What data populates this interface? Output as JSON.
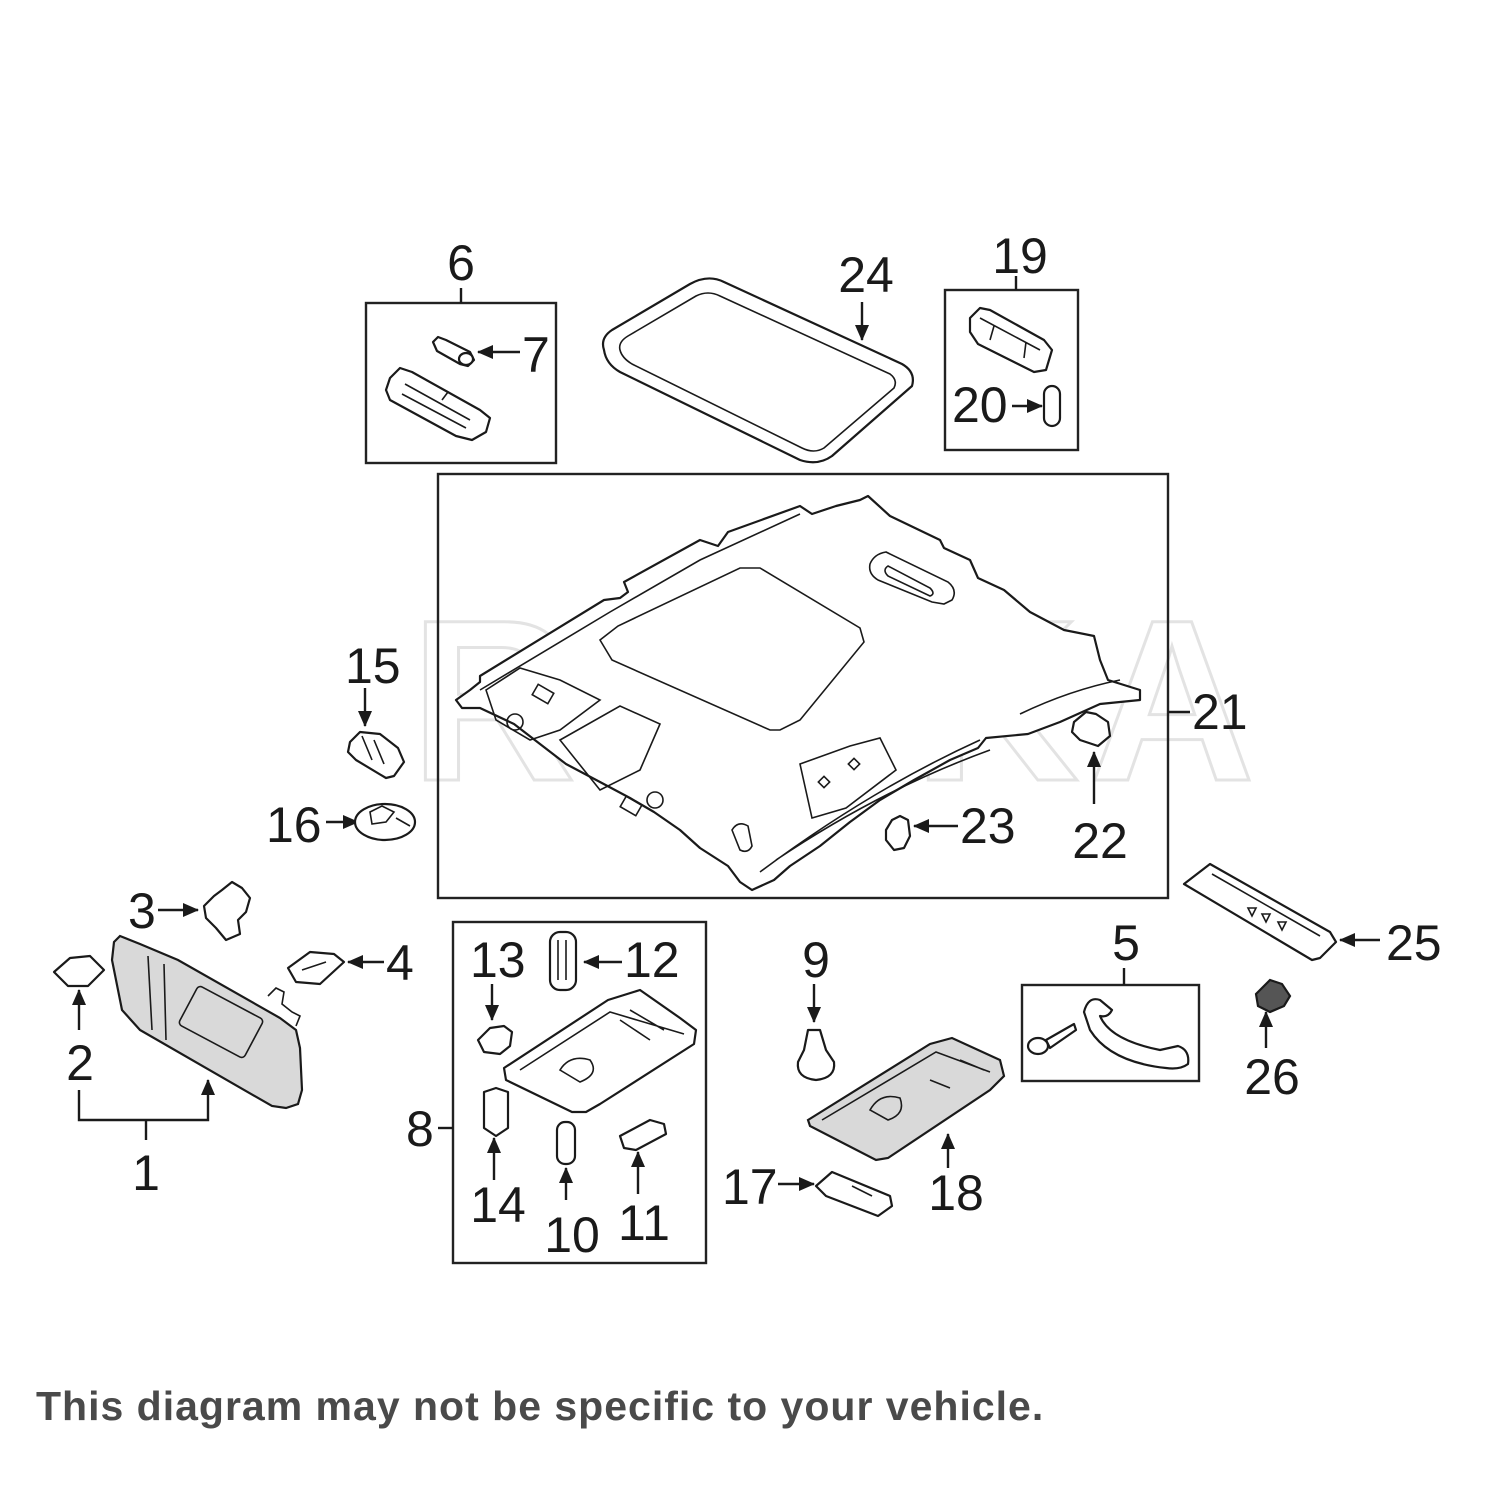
{
  "diagram": {
    "title": "Headliner / roof interior components exploded view",
    "watermark": "REXKA",
    "callouts": {
      "c1": "1",
      "c2": "2",
      "c3": "3",
      "c4": "4",
      "c5": "5",
      "c6": "6",
      "c7": "7",
      "c8": "8",
      "c9": "9",
      "c10": "10",
      "c11": "11",
      "c12": "12",
      "c13": "13",
      "c14": "14",
      "c15": "15",
      "c16": "16",
      "c17": "17",
      "c18": "18",
      "c19": "19",
      "c20": "20",
      "c21": "21",
      "c22": "22",
      "c23": "23",
      "c24": "24",
      "c25": "25",
      "c26": "26"
    },
    "colors": {
      "line": "#1a1a1a",
      "disclaimer_text": "#4a4a4a",
      "watermark": "#e3e3e3",
      "dark_part": "#555555"
    }
  },
  "footer": {
    "disclaimer": "This diagram may not be specific to your vehicle."
  }
}
